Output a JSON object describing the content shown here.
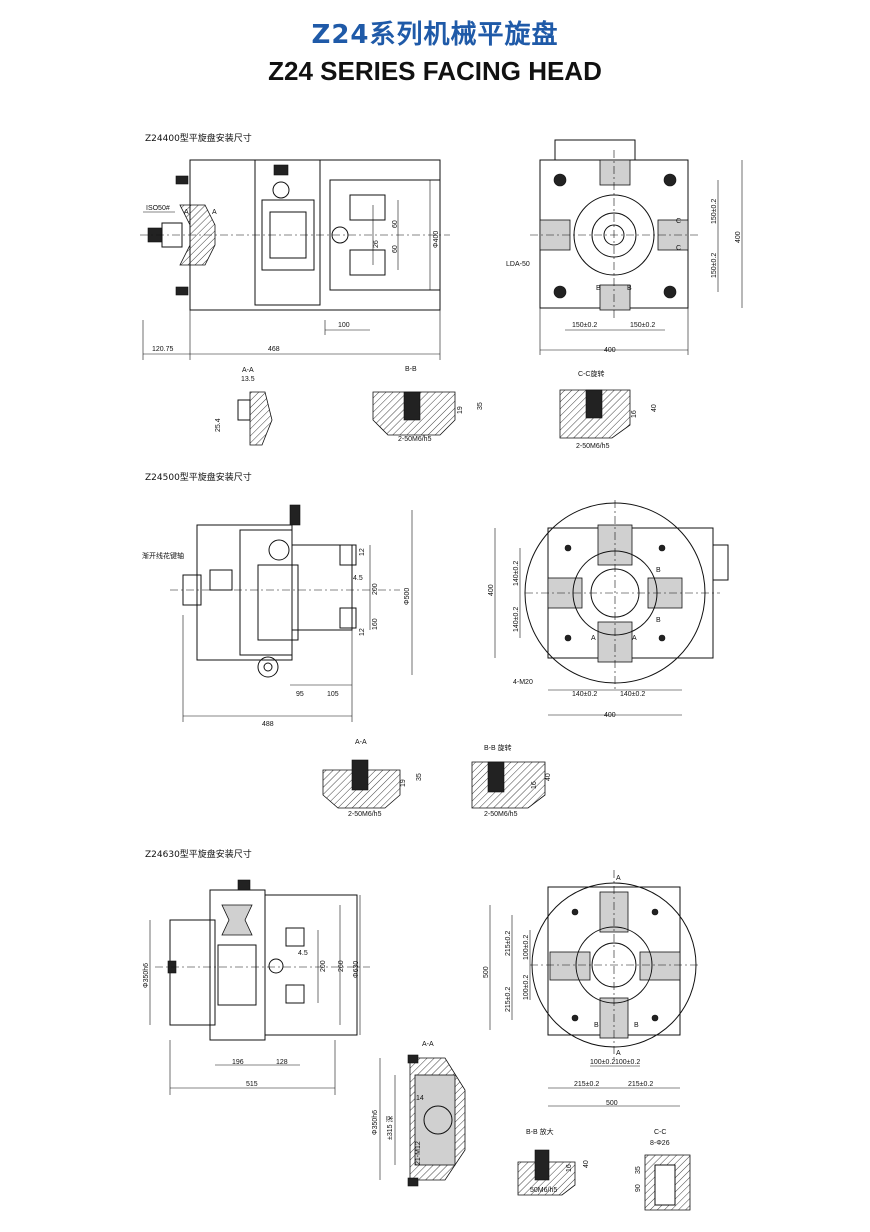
{
  "title_cn": "Z24系列机械平旋盘",
  "title_en": "Z24 SERIES FACING HEAD",
  "sections": {
    "s1": {
      "label": "Z24400型平旋盘安装尺寸",
      "dims": {
        "d120": "120.75",
        "d468": "468",
        "d100": "100",
        "d400w": "400",
        "phi400": "Φ400",
        "d60a": "60",
        "d60b": "60",
        "d26": "26",
        "iso": "ISO50#",
        "a1": "A",
        "a2": "A",
        "lda": "LDA-50",
        "d150a": "150±0.2",
        "d150b": "150±0.2",
        "d150c": "150±0.2",
        "d150d": "150±0.2",
        "d400h": "400",
        "b1": "B",
        "b2": "B",
        "c1": "C",
        "c2": "C"
      },
      "aa": {
        "label": "A-A",
        "d13": "13.5",
        "d25": "25.4"
      },
      "bb": {
        "label": "B-B",
        "d19": "19",
        "d35": "35",
        "fit": "2-50M6/h5"
      },
      "cc": {
        "label": "C-C旋转",
        "d16": "16",
        "d40": "40",
        "fit": "2-50M6/h5"
      }
    },
    "s2": {
      "label": "Z24500型平旋盘安装尺寸",
      "note": "渐开线花键轴",
      "dims": {
        "d12a": "12",
        "d45": "4.5",
        "d200": "200",
        "d160": "160",
        "d12b": "12",
        "phi500": "Φ500",
        "d95": "95",
        "d105": "105",
        "d488": "488",
        "d400v": "400",
        "d140a": "140±0.2",
        "d140b": "140±0.2",
        "d140c": "140±0.2",
        "d140d": "140±0.2",
        "d400h": "400",
        "m20": "4-M20",
        "a1": "A",
        "a2": "A",
        "b1": "B",
        "b2": "B"
      },
      "aa": {
        "label": "A-A",
        "d19": "19",
        "d35": "35",
        "fit": "2-50M6/h5"
      },
      "bb": {
        "label": "B-B 旋转",
        "d16": "16",
        "d40": "40",
        "fit": "2-50M6/h5"
      }
    },
    "s3": {
      "label": "Z24630型平旋盘安装尺寸",
      "dims": {
        "phi350": "Φ350h6",
        "d45": "4.5",
        "d200": "200",
        "d260": "260",
        "phi630": "Φ630",
        "d196": "196",
        "d128": "128",
        "d515": "515",
        "d500v": "500",
        "d215a": "215±0.2",
        "d215b": "215±0.2",
        "d100a": "100±0.2",
        "d100b": "100±0.2",
        "d100c": "100±0.2",
        "d100d": "100±0.2",
        "d215c": "215±0.2",
        "d215d": "215±0.2",
        "d500h": "500",
        "a1": "A",
        "a2": "A",
        "b1": "B",
        "b2": "B"
      },
      "aa": {
        "label": "A-A",
        "phi350": "Φ350h6",
        "d315": "±315 深",
        "d14": "14",
        "m12": "21-M12"
      },
      "bb": {
        "label": "B-B 放大",
        "d16": "16",
        "d40": "40",
        "fit": "50M6/h5"
      },
      "cc": {
        "label": "C-C",
        "holes": "8-Φ26",
        "d35": "35",
        "d90": "90"
      }
    }
  }
}
